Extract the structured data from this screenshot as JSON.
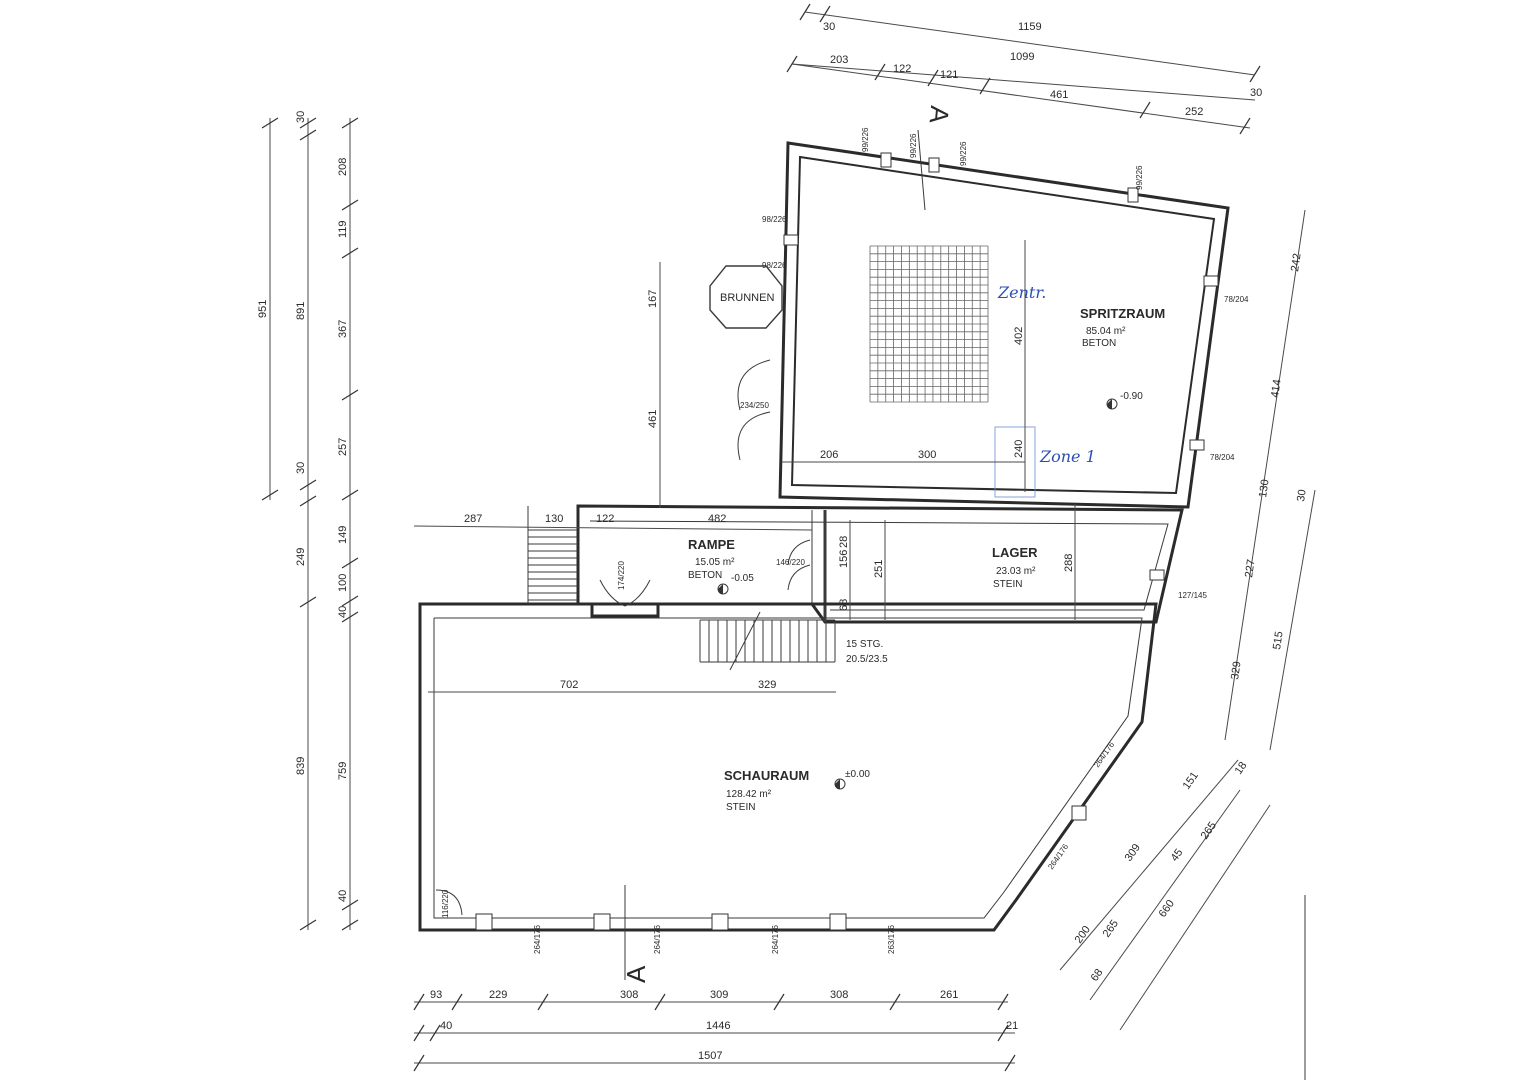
{
  "rooms": {
    "spritzraum": {
      "name": "SPRITZRAUM",
      "area": "85.04 m²",
      "floor": "BETON",
      "level": "-0.90"
    },
    "rampe": {
      "name": "RAMPE",
      "area": "15.05 m²",
      "floor": "BETON",
      "level": "-0.05"
    },
    "lager": {
      "name": "LAGER",
      "area": "23.03 m²",
      "floor": "STEIN"
    },
    "schauraum": {
      "name": "SCHAURAUM",
      "area": "128.42 m²",
      "floor": "STEIN",
      "level": "±0.00"
    }
  },
  "labels": {
    "brunnen": "BRUNNEN",
    "stairs_count": "15 STG.",
    "stairs_ratio": "20.5/23.5",
    "section_top": "A",
    "section_bottom": "A",
    "note_1": "Zentr.",
    "note_2": "Zone 1"
  },
  "dimensions": {
    "top": [
      "30",
      "1159",
      "203",
      "122",
      "121",
      "1099",
      "461",
      "252",
      "30"
    ],
    "bottom": [
      "93",
      "229",
      "308",
      "309",
      "308",
      "261",
      "40",
      "1446",
      "21",
      "1507"
    ],
    "left": [
      "951",
      "891",
      "30",
      "208",
      "119",
      "367",
      "257",
      "30",
      "149",
      "249",
      "100",
      "40",
      "839",
      "759",
      "40"
    ],
    "right": [
      "242",
      "414",
      "130",
      "30",
      "227",
      "515",
      "329",
      "151",
      "18",
      "309",
      "45",
      "265",
      "200",
      "265",
      "660",
      "68"
    ],
    "interior": [
      "167",
      "461",
      "287",
      "130",
      "122",
      "482",
      "402",
      "206",
      "300",
      "240",
      "156",
      "28",
      "251",
      "68",
      "288",
      "702",
      "329"
    ],
    "openings": [
      "99/226",
      "99/226",
      "99/226",
      "99/226",
      "98/226",
      "98/226",
      "234/250",
      "78/204",
      "78/204",
      "146/220",
      "174/220",
      "127/145",
      "264/176",
      "264/176",
      "264/176",
      "263/176",
      "116/220",
      "264/176",
      "264/176"
    ]
  }
}
